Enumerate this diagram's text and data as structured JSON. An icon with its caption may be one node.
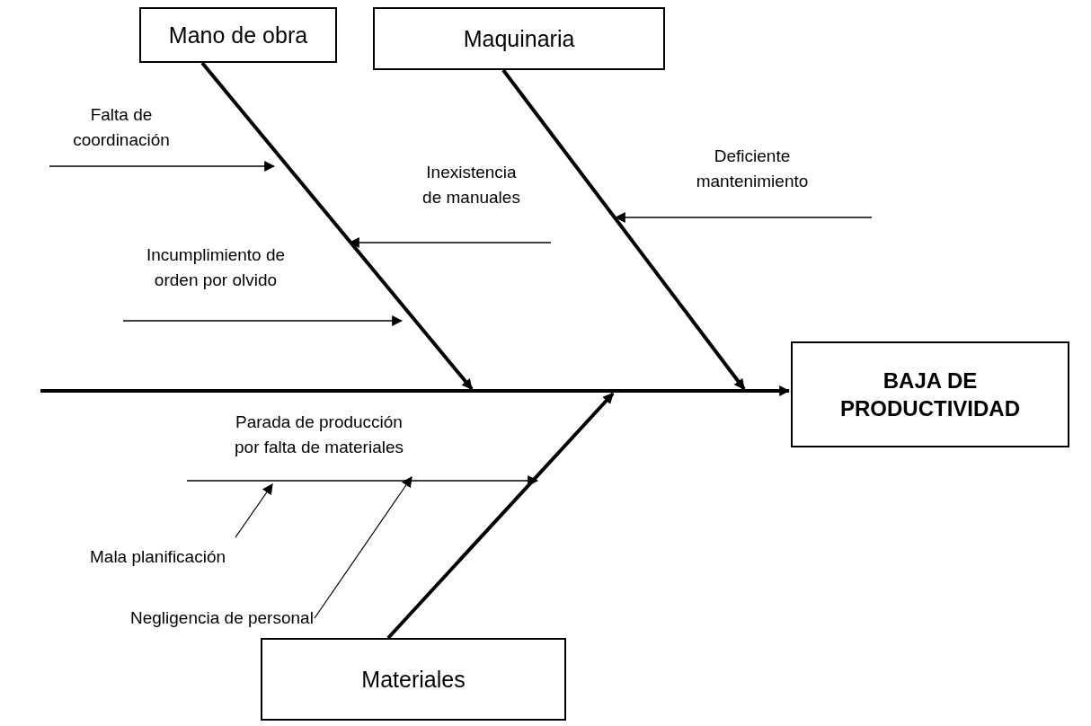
{
  "diagram": {
    "nodes": [
      {
        "text": [
          "Mano de obra"
        ]
      },
      {
        "text": [
          "Maquinaria"
        ]
      },
      {
        "text": [
          "BAJA DE PRODUCTIVIDAD"
        ]
      },
      {
        "text": [
          "Materiales"
        ]
      },
      {
        "text": [
          "Falta de coordinación"
        ]
      },
      {
        "text": [
          "Inexistencia de manuales"
        ]
      },
      {
        "text": [
          "Incumplimiento de orden por olvido"
        ]
      },
      {
        "text": [
          "Deficiente mantenimiento"
        ]
      },
      {
        "text": [
          "Parada de producción por falta de materiales"
        ]
      },
      {
        "text": [
          "Mala planificación"
        ]
      },
      {
        "text": [
          "Negligencia de personal"
        ]
      }
    ],
    "edges": [
      {
        "from": null,
        "to": 2,
        "arrow": "to",
        "style": "thick"
      },
      {
        "from": 0,
        "to": null,
        "arrow": "to",
        "style": "thick"
      },
      {
        "from": 1,
        "to": null,
        "arrow": "to",
        "style": "thick"
      },
      {
        "from": 3,
        "to": null,
        "arrow": "to",
        "style": "thick"
      },
      {
        "from": 4,
        "to": null,
        "arrow": "to"
      },
      {
        "from": 5,
        "to": null,
        "arrow": "to"
      },
      {
        "from": 6,
        "to": null,
        "arrow": "to"
      },
      {
        "from": 7,
        "to": null,
        "arrow": "to"
      },
      {
        "from": 8,
        "to": null,
        "arrow": "to"
      },
      {
        "from": 9,
        "to": 8,
        "arrow": "to"
      },
      {
        "from": 10,
        "to": 8,
        "arrow": "to"
      }
    ]
  }
}
